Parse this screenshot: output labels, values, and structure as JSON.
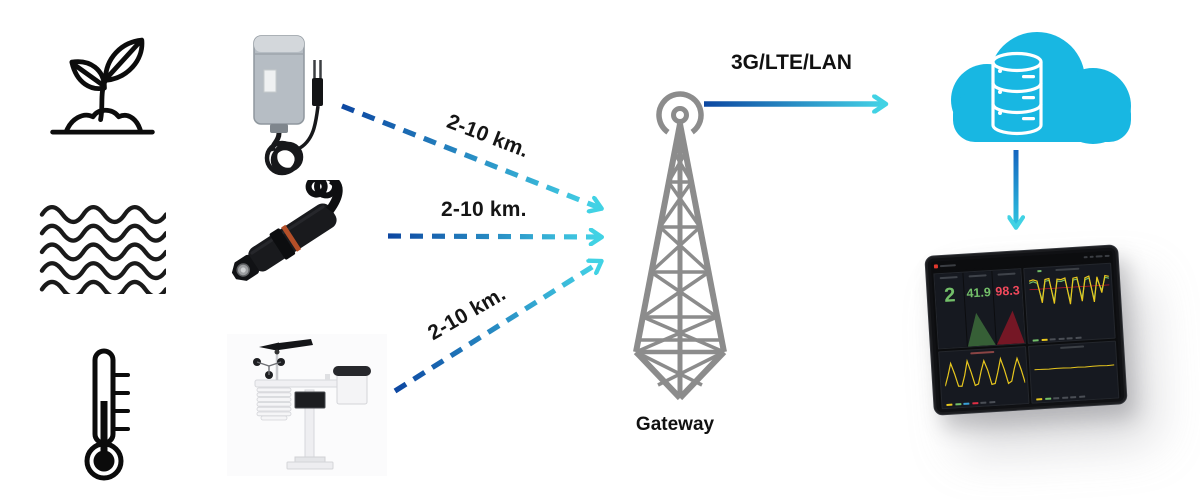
{
  "diagram": {
    "distance_label": "2-10 km.",
    "uplink_label": "3G/LTE/LAN",
    "gateway_label": "Gateway"
  },
  "icons": {
    "sources": [
      "sprout-icon",
      "water-waves-icon",
      "thermometer-icon"
    ],
    "sensors": [
      "soil-moisture-sensor",
      "water-quality-probe",
      "weather-station"
    ],
    "network": [
      "radio-tower-icon",
      "cloud-icon",
      "database-icon",
      "dashboard-tablet"
    ]
  },
  "colors": {
    "arrow_gradient_start": "#0d47a1",
    "arrow_gradient_end": "#45d6e8",
    "cloud": "#18b7e2",
    "tower_gray": "#8c8c8c",
    "label_text": "#151515",
    "stat_green": "#73bf69",
    "stat_red": "#f2495c",
    "chart_yellow": "#e8c71d",
    "threshold_red": "#c4162a"
  },
  "dashboard": {
    "stats": [
      {
        "value": "2",
        "color": "#73bf69"
      },
      {
        "value": "41.9",
        "color": "#73bf69"
      },
      {
        "value": "98.3",
        "color": "#f2495c"
      }
    ],
    "charts": {
      "top_right_yellow": [
        15,
        12,
        16,
        76,
        13,
        11,
        80,
        14,
        16,
        12,
        84,
        14,
        12,
        78,
        15,
        11,
        82,
        14,
        58,
        12,
        15
      ],
      "top_right_green": [
        21,
        17,
        22,
        68,
        18,
        16,
        73,
        19,
        21,
        17,
        77,
        19,
        17,
        70,
        20,
        16,
        75,
        19,
        52,
        17,
        20
      ],
      "bottom_left": [
        80,
        50,
        14,
        45,
        82,
        83,
        52,
        10,
        44,
        83,
        79,
        42,
        12,
        40,
        83,
        81,
        48,
        9,
        42,
        83,
        77,
        40,
        11,
        44,
        84
      ],
      "bottom_right": [
        54,
        54,
        55,
        54,
        54,
        55,
        54,
        55,
        54,
        54,
        55,
        54
      ]
    }
  }
}
